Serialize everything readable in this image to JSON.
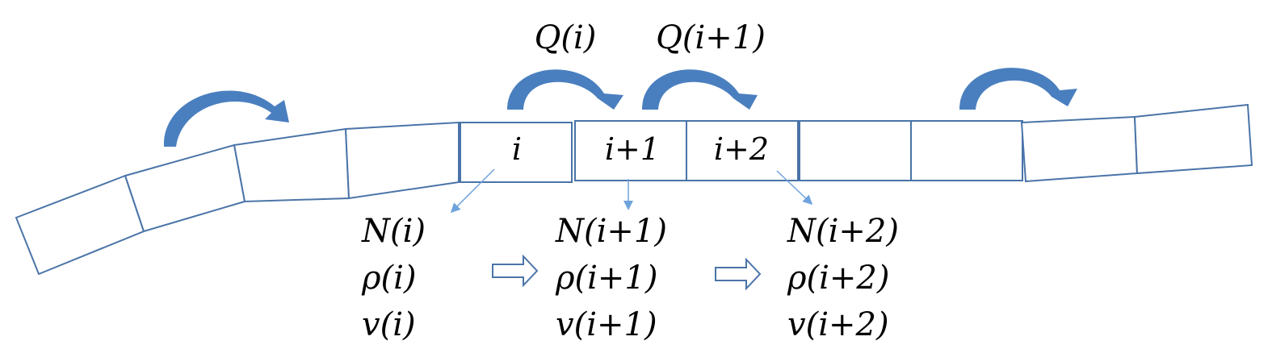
{
  "flow_labels": [
    "Q(i)",
    "Q(i+1)"
  ],
  "cells": [
    "i",
    "i+1",
    "i+2"
  ],
  "columns": [
    {
      "N": "N(i)",
      "rho": "ρ(i)",
      "v": "v(i)"
    },
    {
      "N": "N(i+1)",
      "rho": "ρ(i+1)",
      "v": "v(i+1)"
    },
    {
      "N": "N(i+2)",
      "rho": "ρ(i+2)",
      "v": "v(i+2)"
    }
  ],
  "colors": {
    "cell_stroke": "#4a74a8",
    "flow_arrow": "#4a7fbf",
    "pointer": "#6fa3dc"
  }
}
